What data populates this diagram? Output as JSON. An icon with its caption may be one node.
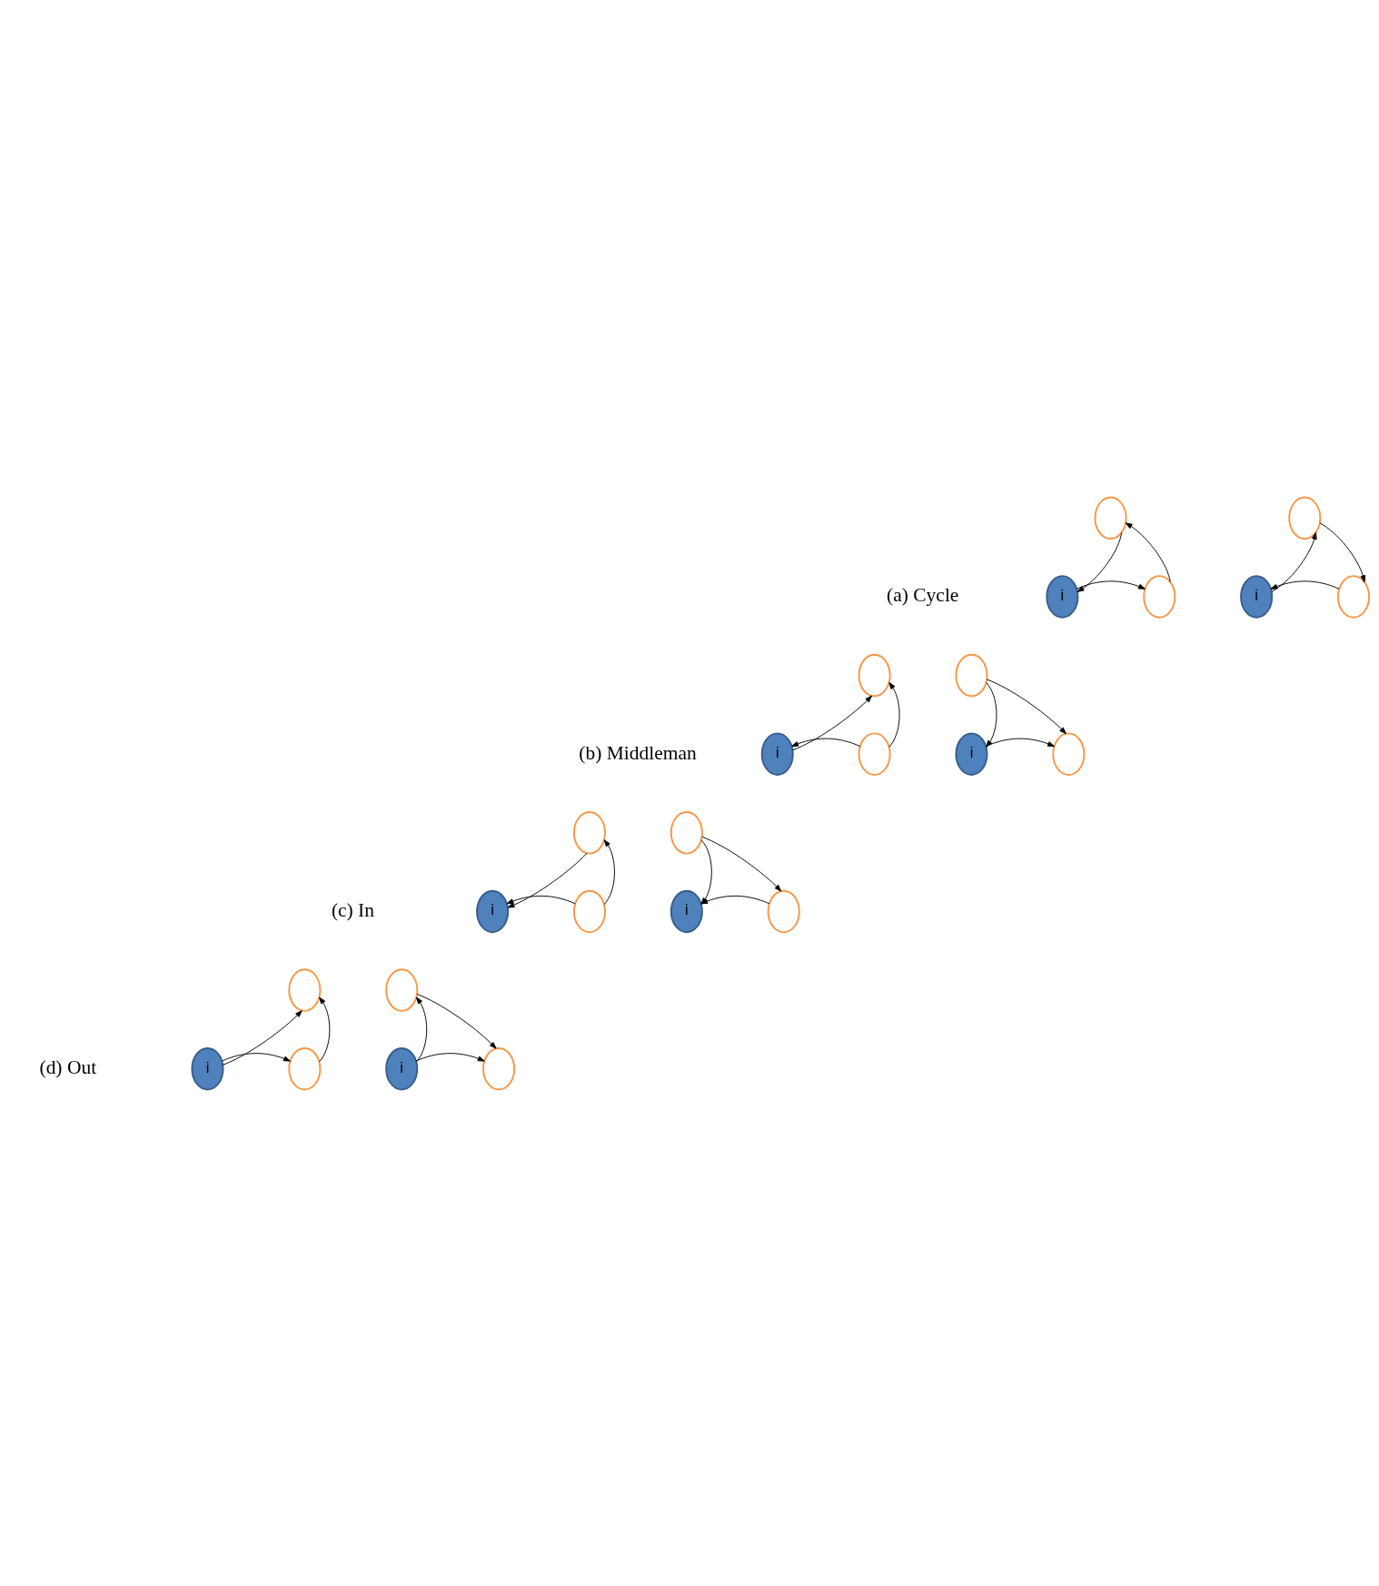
{
  "diagram": {
    "nodes": [
      {
        "text": [],
        "shape": "circle"
      },
      {
        "text": [
          "i"
        ]
      },
      {
        "text": [],
        "shape": "circle"
      },
      {
        "text": [],
        "shape": "circle"
      },
      {
        "text": [
          "i"
        ]
      },
      {
        "text": [],
        "shape": "circle"
      },
      {
        "text": [],
        "shape": "circle"
      },
      {
        "text": [
          "i"
        ]
      },
      {
        "text": [],
        "shape": "circle"
      },
      {
        "text": [],
        "shape": "circle"
      },
      {
        "text": [
          "i"
        ]
      },
      {
        "text": [],
        "shape": "circle"
      },
      {
        "text": [],
        "shape": "circle"
      },
      {
        "text": [
          "i"
        ]
      },
      {
        "text": [],
        "shape": "circle"
      },
      {
        "text": [],
        "shape": "circle"
      },
      {
        "text": [
          "i"
        ]
      },
      {
        "text": [],
        "shape": "circle"
      },
      {
        "text": [],
        "shape": "circle"
      },
      {
        "text": [
          "i"
        ]
      },
      {
        "text": [],
        "shape": "circle"
      },
      {
        "text": [],
        "shape": "circle"
      },
      {
        "text": [
          "i"
        ]
      },
      {
        "text": [],
        "shape": "circle"
      }
    ],
    "edges": [
      {
        "from": 0,
        "to": 1,
        "arrow": "to"
      },
      {
        "from": 1,
        "to": 2,
        "arrow": "to"
      },
      {
        "from": 2,
        "to": 0,
        "arrow": "to"
      },
      {
        "from": 4,
        "to": 3,
        "arrow": "to"
      },
      {
        "from": 3,
        "to": 5,
        "arrow": "to"
      },
      {
        "from": 5,
        "to": 4,
        "arrow": "to"
      },
      {
        "from": 7,
        "to": 6,
        "arrow": "to"
      },
      {
        "from": 8,
        "to": 6,
        "arrow": "to"
      },
      {
        "from": 8,
        "to": 7,
        "arrow": "to"
      },
      {
        "from": 9,
        "to": 10,
        "arrow": "to"
      },
      {
        "from": 9,
        "to": 11,
        "arrow": "to"
      },
      {
        "from": 10,
        "to": 11,
        "arrow": "to"
      },
      {
        "from": 12,
        "to": 13,
        "arrow": "to"
      },
      {
        "from": 14,
        "to": 12,
        "arrow": "to"
      },
      {
        "from": 14,
        "to": 13,
        "arrow": "to"
      },
      {
        "from": 15,
        "to": 16,
        "arrow": "to"
      },
      {
        "from": 15,
        "to": 17,
        "arrow": "to"
      },
      {
        "from": 17,
        "to": 16,
        "arrow": "to"
      },
      {
        "from": 19,
        "to": 18,
        "arrow": "to"
      },
      {
        "from": 20,
        "to": 18,
        "arrow": "to"
      },
      {
        "from": 19,
        "to": 20,
        "arrow": "to"
      },
      {
        "from": 22,
        "to": 21,
        "arrow": "to"
      },
      {
        "from": 21,
        "to": 23,
        "arrow": "to"
      },
      {
        "from": 22,
        "to": 23,
        "arrow": "to"
      }
    ],
    "labels": [
      "(a) Cycle",
      "(b) Middleman",
      "(c) In",
      "(d) Out"
    ]
  }
}
